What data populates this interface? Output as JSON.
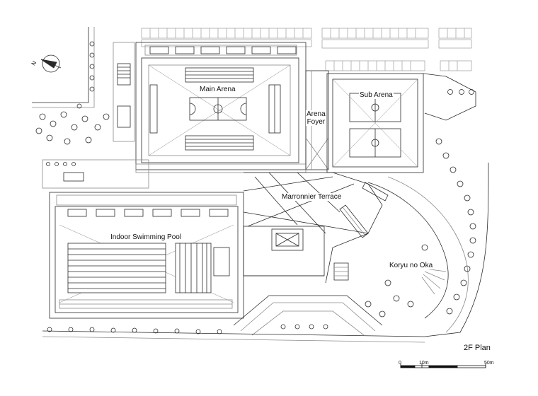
{
  "drawing": {
    "title": "2F Plan",
    "north_label": "N",
    "rooms": {
      "main_arena": "Main Arena",
      "sub_arena": "Sub Arena",
      "arena_foyer_line1": "Arena",
      "arena_foyer_line2": "Foyer",
      "marronnier_terrace": "Marronnier Terrace",
      "indoor_swimming_pool": "Indoor Swimming Pool",
      "koryu_no_oka": "Koryu no Oka"
    },
    "scale_bar": {
      "label_start": "0",
      "label_mid": "10m",
      "label_end": "50m"
    }
  },
  "colors": {
    "line": "#2a2a2a",
    "light_line": "#8a8a8a",
    "background": "#ffffff"
  }
}
